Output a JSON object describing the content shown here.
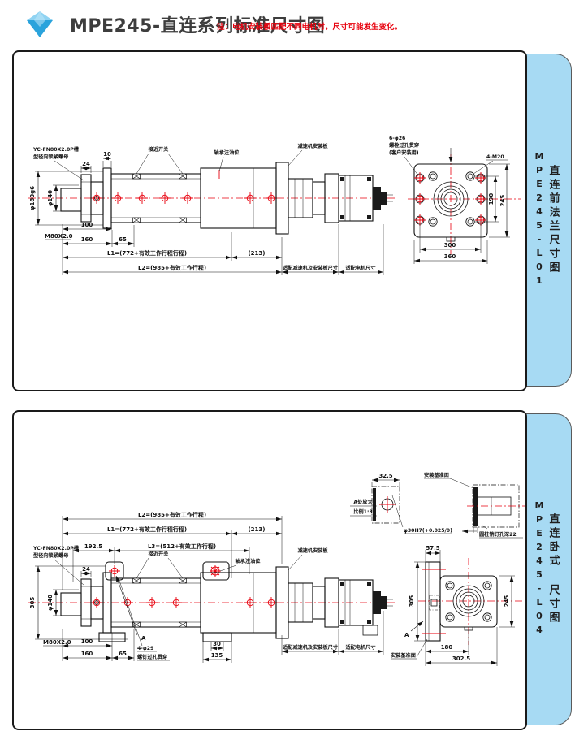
{
  "header": {
    "title": "MPE245-直连系列标准尺寸图",
    "note": "注：电机安装板匹配不同电机时，尺寸可能发生变化。"
  },
  "colors": {
    "tab_blue": "#a7daf3",
    "centerline_red": "#e8000d",
    "line_black": "#1a1a1a"
  },
  "panel1": {
    "tab": {
      "code": "MPE245-L01",
      "name": "直连前法兰尺寸图"
    },
    "labels": {
      "lock_nut_line1": "YC-FN80X2.0P槽",
      "lock_nut_line2": "型径向锁紧螺母",
      "proximity_switch": "接近开关",
      "bearing_oil": "轴承注油位",
      "reducer_plate": "减速机安装板",
      "fit_reducer": "适配减速机及安装板尺寸",
      "fit_motor": "适配电机尺寸",
      "through_holes_line1": "6-φ26",
      "through_holes_line2": "螺栓过孔贯穿",
      "through_holes_line3": "(客户安装用)",
      "tap_holes": "4-M20"
    },
    "dims": {
      "phi180": "φ180g6",
      "phi140": "φ140",
      "thread": "M80X2.0",
      "d24": "24",
      "d10": "10",
      "d100": "100",
      "d160": "160",
      "d65": "65",
      "L1": "L1=(772+有效工作行程行程)",
      "d213": "(213)",
      "L2": "L2=(985+有效工作行程)",
      "d190": "190",
      "d245": "245",
      "d300": "300",
      "d360": "360"
    }
  },
  "panel2": {
    "tab": {
      "code": "MPE245-L04",
      "name": "直连卧式 尺寸图"
    },
    "labels": {
      "lock_nut_line1": "YC-FN80X2.0P槽",
      "lock_nut_line2": "型径向锁紧螺母",
      "proximity_switch": "接近开关",
      "bearing_oil": "轴承注油位",
      "reducer_plate": "减速机安装板",
      "fit_reducer": "适配减速机及安装板尺寸",
      "fit_motor": "适配电机尺寸",
      "screw_holes_line1": "4-φ29",
      "screw_holes_line2": "螺钉过孔贯穿",
      "datum_top": "安装基准面",
      "datum_bottom": "安装基准面",
      "detail_name": "A处放大",
      "detail_scale": "比例1:3",
      "detail_bore": "φ30H7(+0.025/0)",
      "pin_hole": "圆柱销钉孔深22",
      "section_mark_side": "A",
      "section_mark_flange": "A"
    },
    "dims": {
      "d305_side": "305",
      "phi140": "φ140",
      "thread": "M80X2.0",
      "d24": "24",
      "d100": "100",
      "d160": "160",
      "d65": "65",
      "d192_5": "192.5",
      "L1": "L1=(772+有效工作行程行程)",
      "d213": "(213)",
      "L2": "L2=(985+有效工作行程)",
      "L3": "L3=(512+有效工作行程)",
      "d30": "30",
      "d135": "135",
      "d32_5": "32.5",
      "d57_5": "57.5",
      "d305_flange": "305",
      "d245": "245",
      "d180": "180",
      "d302_5": "302.5"
    }
  }
}
